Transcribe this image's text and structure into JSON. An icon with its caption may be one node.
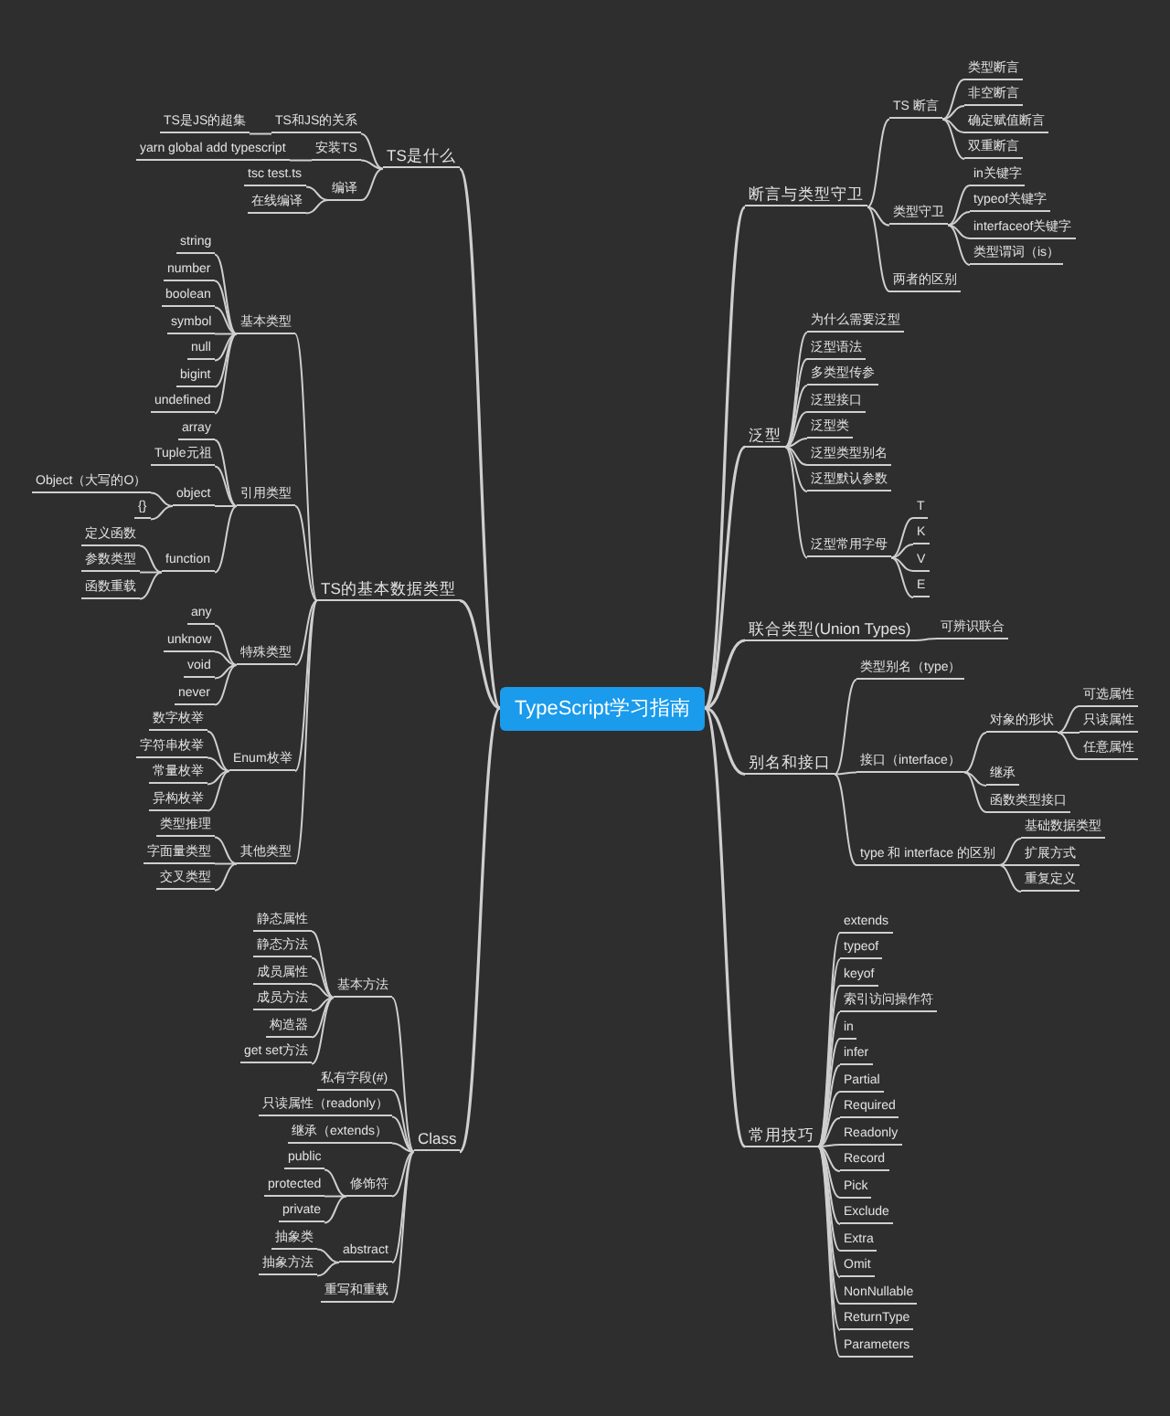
{
  "diagram": {
    "nodes": [
      {
        "text": [
          "TypeScript学习指南"
        ]
      },
      {
        "text": [
          "TS是什么"
        ]
      },
      {
        "text": [
          "TS和JS的关系"
        ]
      },
      {
        "text": [
          "TS是JS的超集"
        ]
      },
      {
        "text": [
          "安装TS"
        ]
      },
      {
        "text": [
          "yarn global add typescript"
        ]
      },
      {
        "text": [
          "编译"
        ]
      },
      {
        "text": [
          "tsc test.ts"
        ]
      },
      {
        "text": [
          "在线编译"
        ]
      },
      {
        "text": [
          "TS的基本数据类型"
        ]
      },
      {
        "text": [
          "基本类型"
        ]
      },
      {
        "text": [
          "string"
        ]
      },
      {
        "text": [
          "number"
        ]
      },
      {
        "text": [
          "boolean"
        ]
      },
      {
        "text": [
          "symbol"
        ]
      },
      {
        "text": [
          "null"
        ]
      },
      {
        "text": [
          "bigint"
        ]
      },
      {
        "text": [
          "undefined"
        ]
      },
      {
        "text": [
          "引用类型"
        ]
      },
      {
        "text": [
          "array"
        ]
      },
      {
        "text": [
          "Tuple元祖"
        ]
      },
      {
        "text": [
          "object"
        ]
      },
      {
        "text": [
          "Object（大写的O）"
        ]
      },
      {
        "text": [
          "{}"
        ]
      },
      {
        "text": [
          "function"
        ]
      },
      {
        "text": [
          "定义函数"
        ]
      },
      {
        "text": [
          "参数类型"
        ]
      },
      {
        "text": [
          "函数重载"
        ]
      },
      {
        "text": [
          "特殊类型"
        ]
      },
      {
        "text": [
          "any"
        ]
      },
      {
        "text": [
          "unknow"
        ]
      },
      {
        "text": [
          "void"
        ]
      },
      {
        "text": [
          "never"
        ]
      },
      {
        "text": [
          "Enum枚举"
        ]
      },
      {
        "text": [
          "数字枚举"
        ]
      },
      {
        "text": [
          "字符串枚举"
        ]
      },
      {
        "text": [
          "常量枚举"
        ]
      },
      {
        "text": [
          "异构枚举"
        ]
      },
      {
        "text": [
          "其他类型"
        ]
      },
      {
        "text": [
          "类型推理"
        ]
      },
      {
        "text": [
          "字面量类型"
        ]
      },
      {
        "text": [
          "交叉类型"
        ]
      },
      {
        "text": [
          "Class"
        ]
      },
      {
        "text": [
          "基本方法"
        ]
      },
      {
        "text": [
          "静态属性"
        ]
      },
      {
        "text": [
          "静态方法"
        ]
      },
      {
        "text": [
          "成员属性"
        ]
      },
      {
        "text": [
          "成员方法"
        ]
      },
      {
        "text": [
          "构造器"
        ]
      },
      {
        "text": [
          "get set方法"
        ]
      },
      {
        "text": [
          "私有字段(#)"
        ]
      },
      {
        "text": [
          "只读属性（readonly）"
        ]
      },
      {
        "text": [
          "继承（extends）"
        ]
      },
      {
        "text": [
          "修饰符"
        ]
      },
      {
        "text": [
          "public"
        ]
      },
      {
        "text": [
          "protected"
        ]
      },
      {
        "text": [
          "private"
        ]
      },
      {
        "text": [
          "abstract"
        ]
      },
      {
        "text": [
          "抽象类"
        ]
      },
      {
        "text": [
          "抽象方法"
        ]
      },
      {
        "text": [
          "重写和重载"
        ]
      },
      {
        "text": [
          "断言与类型守卫"
        ]
      },
      {
        "text": [
          "TS 断言"
        ]
      },
      {
        "text": [
          "类型断言"
        ]
      },
      {
        "text": [
          "非空断言"
        ]
      },
      {
        "text": [
          "确定赋值断言"
        ]
      },
      {
        "text": [
          "双重断言"
        ]
      },
      {
        "text": [
          "类型守卫"
        ]
      },
      {
        "text": [
          "in关键字"
        ]
      },
      {
        "text": [
          "typeof关键字"
        ]
      },
      {
        "text": [
          "interfaceof关键字"
        ]
      },
      {
        "text": [
          "类型谓词（is）"
        ]
      },
      {
        "text": [
          "两者的区别"
        ]
      },
      {
        "text": [
          "泛型"
        ]
      },
      {
        "text": [
          "为什么需要泛型"
        ]
      },
      {
        "text": [
          "泛型语法"
        ]
      },
      {
        "text": [
          "多类型传参"
        ]
      },
      {
        "text": [
          "泛型接口"
        ]
      },
      {
        "text": [
          "泛型类"
        ]
      },
      {
        "text": [
          "泛型类型别名"
        ]
      },
      {
        "text": [
          "泛型默认参数"
        ]
      },
      {
        "text": [
          "泛型常用字母"
        ]
      },
      {
        "text": [
          "T"
        ]
      },
      {
        "text": [
          "K"
        ]
      },
      {
        "text": [
          "V"
        ]
      },
      {
        "text": [
          "E"
        ]
      },
      {
        "text": [
          "联合类型(Union Types)"
        ]
      },
      {
        "text": [
          "可辨识联合"
        ]
      },
      {
        "text": [
          "别名和接口"
        ]
      },
      {
        "text": [
          "类型别名（type）"
        ]
      },
      {
        "text": [
          "接口（interface）"
        ]
      },
      {
        "text": [
          "对象的形状"
        ]
      },
      {
        "text": [
          "可选属性"
        ]
      },
      {
        "text": [
          "只读属性"
        ]
      },
      {
        "text": [
          "任意属性"
        ]
      },
      {
        "text": [
          "继承"
        ]
      },
      {
        "text": [
          "函数类型接口"
        ]
      },
      {
        "text": [
          "type 和 interface 的区别"
        ]
      },
      {
        "text": [
          "基础数据类型"
        ]
      },
      {
        "text": [
          "扩展方式"
        ]
      },
      {
        "text": [
          "重复定义"
        ]
      },
      {
        "text": [
          "常用技巧"
        ]
      },
      {
        "text": [
          "extends"
        ]
      },
      {
        "text": [
          "typeof"
        ]
      },
      {
        "text": [
          "keyof"
        ]
      },
      {
        "text": [
          "索引访问操作符"
        ]
      },
      {
        "text": [
          "in"
        ]
      },
      {
        "text": [
          "infer"
        ]
      },
      {
        "text": [
          "Partial"
        ]
      },
      {
        "text": [
          "Required"
        ]
      },
      {
        "text": [
          "Readonly"
        ]
      },
      {
        "text": [
          "Record"
        ]
      },
      {
        "text": [
          "Pick"
        ]
      },
      {
        "text": [
          "Exclude"
        ]
      },
      {
        "text": [
          "Extra"
        ]
      },
      {
        "text": [
          "Omit"
        ]
      },
      {
        "text": [
          "NonNullable"
        ]
      },
      {
        "text": [
          "ReturnType"
        ]
      },
      {
        "text": [
          "Parameters"
        ]
      }
    ],
    "edges": [
      {
        "from": 0,
        "to": 1,
        "arrow": "none"
      },
      {
        "from": 1,
        "to": 2,
        "arrow": "none"
      },
      {
        "from": 2,
        "to": 3,
        "arrow": "none"
      },
      {
        "from": 1,
        "to": 4,
        "arrow": "none"
      },
      {
        "from": 4,
        "to": 5,
        "arrow": "none"
      },
      {
        "from": 1,
        "to": 6,
        "arrow": "none"
      },
      {
        "from": 6,
        "to": 7,
        "arrow": "none"
      },
      {
        "from": 6,
        "to": 8,
        "arrow": "none"
      },
      {
        "from": 0,
        "to": 9,
        "arrow": "none"
      },
      {
        "from": 9,
        "to": 10,
        "arrow": "none"
      },
      {
        "from": 10,
        "to": 11,
        "arrow": "none"
      },
      {
        "from": 10,
        "to": 12,
        "arrow": "none"
      },
      {
        "from": 10,
        "to": 13,
        "arrow": "none"
      },
      {
        "from": 10,
        "to": 14,
        "arrow": "none"
      },
      {
        "from": 10,
        "to": 15,
        "arrow": "none"
      },
      {
        "from": 10,
        "to": 16,
        "arrow": "none"
      },
      {
        "from": 10,
        "to": 17,
        "arrow": "none"
      },
      {
        "from": 9,
        "to": 18,
        "arrow": "none"
      },
      {
        "from": 18,
        "to": 19,
        "arrow": "none"
      },
      {
        "from": 18,
        "to": 20,
        "arrow": "none"
      },
      {
        "from": 18,
        "to": 21,
        "arrow": "none"
      },
      {
        "from": 21,
        "to": 22,
        "arrow": "none"
      },
      {
        "from": 21,
        "to": 23,
        "arrow": "none"
      },
      {
        "from": 18,
        "to": 24,
        "arrow": "none"
      },
      {
        "from": 24,
        "to": 25,
        "arrow": "none"
      },
      {
        "from": 24,
        "to": 26,
        "arrow": "none"
      },
      {
        "from": 24,
        "to": 27,
        "arrow": "none"
      },
      {
        "from": 9,
        "to": 28,
        "arrow": "none"
      },
      {
        "from": 28,
        "to": 29,
        "arrow": "none"
      },
      {
        "from": 28,
        "to": 30,
        "arrow": "none"
      },
      {
        "from": 28,
        "to": 31,
        "arrow": "none"
      },
      {
        "from": 28,
        "to": 32,
        "arrow": "none"
      },
      {
        "from": 9,
        "to": 33,
        "arrow": "none"
      },
      {
        "from": 33,
        "to": 34,
        "arrow": "none"
      },
      {
        "from": 33,
        "to": 35,
        "arrow": "none"
      },
      {
        "from": 33,
        "to": 36,
        "arrow": "none"
      },
      {
        "from": 33,
        "to": 37,
        "arrow": "none"
      },
      {
        "from": 9,
        "to": 38,
        "arrow": "none"
      },
      {
        "from": 38,
        "to": 39,
        "arrow": "none"
      },
      {
        "from": 38,
        "to": 40,
        "arrow": "none"
      },
      {
        "from": 38,
        "to": 41,
        "arrow": "none"
      },
      {
        "from": 0,
        "to": 42,
        "arrow": "none"
      },
      {
        "from": 42,
        "to": 43,
        "arrow": "none"
      },
      {
        "from": 43,
        "to": 44,
        "arrow": "none"
      },
      {
        "from": 43,
        "to": 45,
        "arrow": "none"
      },
      {
        "from": 43,
        "to": 46,
        "arrow": "none"
      },
      {
        "from": 43,
        "to": 47,
        "arrow": "none"
      },
      {
        "from": 43,
        "to": 48,
        "arrow": "none"
      },
      {
        "from": 43,
        "to": 49,
        "arrow": "none"
      },
      {
        "from": 42,
        "to": 50,
        "arrow": "none"
      },
      {
        "from": 42,
        "to": 51,
        "arrow": "none"
      },
      {
        "from": 42,
        "to": 52,
        "arrow": "none"
      },
      {
        "from": 42,
        "to": 53,
        "arrow": "none"
      },
      {
        "from": 53,
        "to": 54,
        "arrow": "none"
      },
      {
        "from": 53,
        "to": 55,
        "arrow": "none"
      },
      {
        "from": 53,
        "to": 56,
        "arrow": "none"
      },
      {
        "from": 42,
        "to": 57,
        "arrow": "none"
      },
      {
        "from": 57,
        "to": 58,
        "arrow": "none"
      },
      {
        "from": 57,
        "to": 59,
        "arrow": "none"
      },
      {
        "from": 42,
        "to": 60,
        "arrow": "none"
      },
      {
        "from": 0,
        "to": 61,
        "arrow": "none"
      },
      {
        "from": 61,
        "to": 62,
        "arrow": "none"
      },
      {
        "from": 62,
        "to": 63,
        "arrow": "none"
      },
      {
        "from": 62,
        "to": 64,
        "arrow": "none"
      },
      {
        "from": 62,
        "to": 65,
        "arrow": "none"
      },
      {
        "from": 62,
        "to": 66,
        "arrow": "none"
      },
      {
        "from": 61,
        "to": 67,
        "arrow": "none"
      },
      {
        "from": 67,
        "to": 68,
        "arrow": "none"
      },
      {
        "from": 67,
        "to": 69,
        "arrow": "none"
      },
      {
        "from": 67,
        "to": 70,
        "arrow": "none"
      },
      {
        "from": 67,
        "to": 71,
        "arrow": "none"
      },
      {
        "from": 61,
        "to": 72,
        "arrow": "none"
      },
      {
        "from": 0,
        "to": 73,
        "arrow": "none"
      },
      {
        "from": 73,
        "to": 74,
        "arrow": "none"
      },
      {
        "from": 73,
        "to": 75,
        "arrow": "none"
      },
      {
        "from": 73,
        "to": 76,
        "arrow": "none"
      },
      {
        "from": 73,
        "to": 77,
        "arrow": "none"
      },
      {
        "from": 73,
        "to": 78,
        "arrow": "none"
      },
      {
        "from": 73,
        "to": 79,
        "arrow": "none"
      },
      {
        "from": 73,
        "to": 80,
        "arrow": "none"
      },
      {
        "from": 73,
        "to": 81,
        "arrow": "none"
      },
      {
        "from": 81,
        "to": 82,
        "arrow": "none"
      },
      {
        "from": 81,
        "to": 83,
        "arrow": "none"
      },
      {
        "from": 81,
        "to": 84,
        "arrow": "none"
      },
      {
        "from": 81,
        "to": 85,
        "arrow": "none"
      },
      {
        "from": 0,
        "to": 86,
        "arrow": "none"
      },
      {
        "from": 86,
        "to": 87,
        "arrow": "none"
      },
      {
        "from": 0,
        "to": 88,
        "arrow": "none"
      },
      {
        "from": 88,
        "to": 89,
        "arrow": "none"
      },
      {
        "from": 88,
        "to": 90,
        "arrow": "none"
      },
      {
        "from": 90,
        "to": 91,
        "arrow": "none"
      },
      {
        "from": 91,
        "to": 92,
        "arrow": "none"
      },
      {
        "from": 91,
        "to": 93,
        "arrow": "none"
      },
      {
        "from": 91,
        "to": 94,
        "arrow": "none"
      },
      {
        "from": 90,
        "to": 95,
        "arrow": "none"
      },
      {
        "from": 90,
        "to": 96,
        "arrow": "none"
      },
      {
        "from": 88,
        "to": 97,
        "arrow": "none"
      },
      {
        "from": 97,
        "to": 98,
        "arrow": "none"
      },
      {
        "from": 97,
        "to": 99,
        "arrow": "none"
      },
      {
        "from": 97,
        "to": 100,
        "arrow": "none"
      },
      {
        "from": 0,
        "to": 101,
        "arrow": "none"
      },
      {
        "from": 101,
        "to": 102,
        "arrow": "none"
      },
      {
        "from": 101,
        "to": 103,
        "arrow": "none"
      },
      {
        "from": 101,
        "to": 104,
        "arrow": "none"
      },
      {
        "from": 101,
        "to": 105,
        "arrow": "none"
      },
      {
        "from": 101,
        "to": 106,
        "arrow": "none"
      },
      {
        "from": 101,
        "to": 107,
        "arrow": "none"
      },
      {
        "from": 101,
        "to": 108,
        "arrow": "none"
      },
      {
        "from": 101,
        "to": 109,
        "arrow": "none"
      },
      {
        "from": 101,
        "to": 110,
        "arrow": "none"
      },
      {
        "from": 101,
        "to": 111,
        "arrow": "none"
      },
      {
        "from": 101,
        "to": 112,
        "arrow": "none"
      },
      {
        "from": 101,
        "to": 113,
        "arrow": "none"
      },
      {
        "from": 101,
        "to": 114,
        "arrow": "none"
      },
      {
        "from": 101,
        "to": 115,
        "arrow": "none"
      },
      {
        "from": 101,
        "to": 116,
        "arrow": "none"
      },
      {
        "from": 101,
        "to": 117,
        "arrow": "none"
      },
      {
        "from": 101,
        "to": 118,
        "arrow": "none"
      }
    ]
  }
}
